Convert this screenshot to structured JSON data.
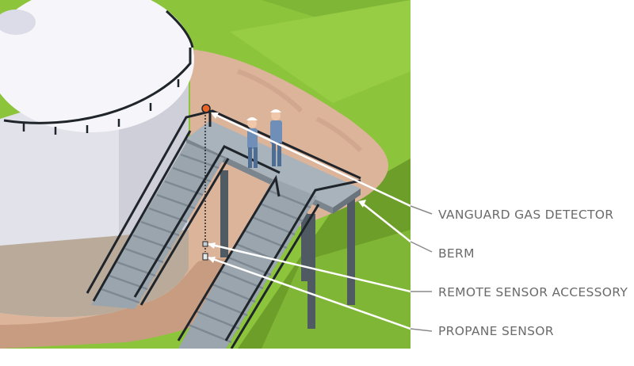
{
  "callouts": {
    "gas_detector": "VANGUARD GAS DETECTOR",
    "berm": "BERM",
    "remote_sensor": "REMOTE SENSOR ACCESSORY",
    "propane_sensor": "PROPANE SENSOR"
  },
  "colors": {
    "grass_light": "#8cc43c",
    "grass_dark": "#6e9e2a",
    "berm": "#dcb49a",
    "tank": "#eeeef4",
    "platform": "#a9b3bb",
    "rail": "#1f252b",
    "leader": "#ffffff",
    "label_text": "#6b6b6b"
  },
  "icons": [
    "gas-detector-icon",
    "remote-sensor-icon",
    "propane-sensor-icon",
    "worker-icon"
  ]
}
